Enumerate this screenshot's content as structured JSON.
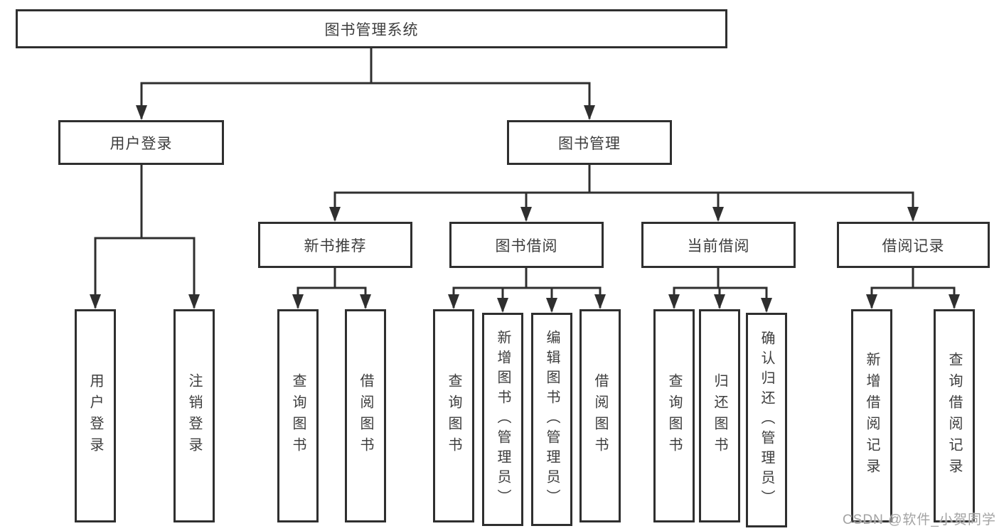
{
  "diagram": {
    "colors": {
      "line": "#2f2f2f",
      "text": "#3d3d3d",
      "background": "#ffffff",
      "watermark": "#a3a3a3"
    },
    "tree": {
      "label": "图书管理系统",
      "children": [
        {
          "label": "用户登录",
          "children": [
            {
              "label": "用户登录"
            },
            {
              "label": "注销登录"
            }
          ]
        },
        {
          "label": "图书管理",
          "children": [
            {
              "label": "新书推荐",
              "children": [
                {
                  "label": "查询图书"
                },
                {
                  "label": "借阅图书"
                }
              ]
            },
            {
              "label": "图书借阅",
              "children": [
                {
                  "label": "查询图书"
                },
                {
                  "label": "新增图书（管理员）"
                },
                {
                  "label": "编辑图书（管理员）"
                },
                {
                  "label": "借阅图书"
                }
              ]
            },
            {
              "label": "当前借阅",
              "children": [
                {
                  "label": "查询图书"
                },
                {
                  "label": "归还图书"
                },
                {
                  "label": "确认归还（管理员）"
                }
              ]
            },
            {
              "label": "借阅记录",
              "children": [
                {
                  "label": "新增借阅记录"
                },
                {
                  "label": "查询借阅记录"
                }
              ]
            }
          ]
        }
      ]
    },
    "watermark": "CSDN @软件_小贺同学"
  }
}
